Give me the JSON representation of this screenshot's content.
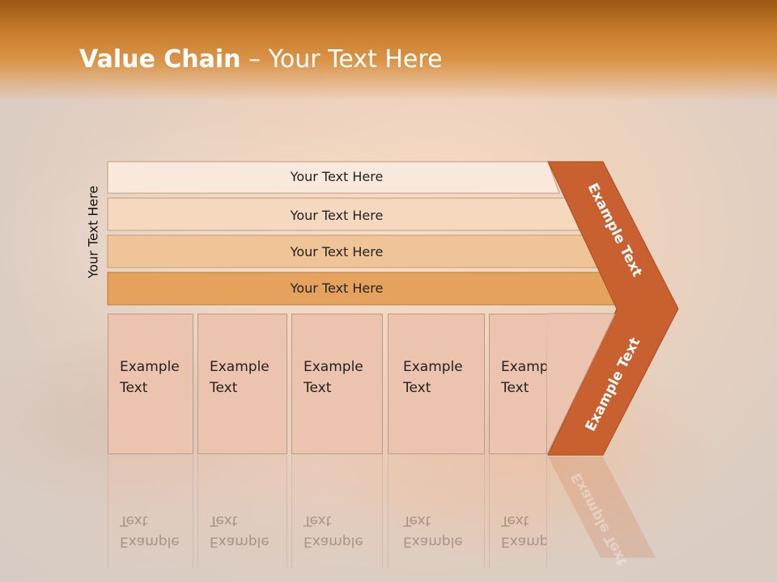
{
  "header": {
    "title_bold": "Value Chain",
    "title_rest": " – Your Text Here"
  },
  "side_label": "Your Text Here",
  "bands": [
    {
      "label": "Your Text Here",
      "fill": "#f8e9dc"
    },
    {
      "label": "Your Text Here",
      "fill": "#f4d9bf"
    },
    {
      "label": "Your Text Here",
      "fill": "#efc597"
    },
    {
      "label": "Your Text Here",
      "fill": "#e4a25d"
    }
  ],
  "boxes": [
    {
      "line1": "Example",
      "line2": "Text"
    },
    {
      "line1": "Example",
      "line2": "Text"
    },
    {
      "line1": "Example",
      "line2": "Text"
    },
    {
      "line1": "Example",
      "line2": "Text"
    },
    {
      "line1": "Example",
      "line2": "Text"
    }
  ],
  "chevron": {
    "upper_text": "Example Text",
    "lower_text": "Example Text",
    "fill": "#c8602f"
  }
}
